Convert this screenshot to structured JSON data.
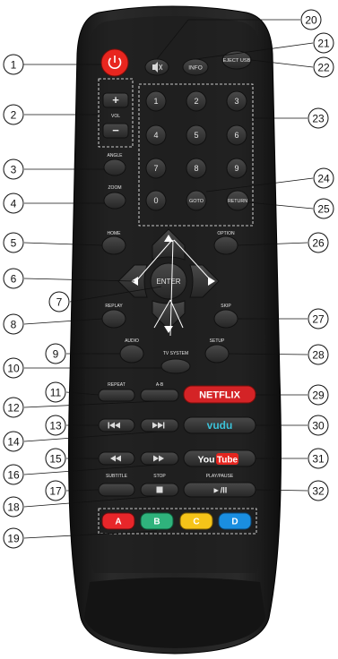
{
  "callouts": [
    "1",
    "2",
    "3",
    "4",
    "5",
    "6",
    "7",
    "8",
    "9",
    "10",
    "11",
    "12",
    "13",
    "14",
    "15",
    "16",
    "17",
    "18",
    "19",
    "20",
    "21",
    "22",
    "23",
    "24",
    "25",
    "26",
    "27",
    "28",
    "29",
    "30",
    "31",
    "32"
  ],
  "buttons": {
    "info": "INFO",
    "eject": "EJECT USB",
    "vol": "VOL",
    "vol_plus": "+",
    "vol_minus": "−",
    "angle": "ANGLE",
    "zoom": "ZOOM",
    "digits": [
      "1",
      "2",
      "3",
      "4",
      "5",
      "6",
      "7",
      "8",
      "9",
      "0"
    ],
    "goto": "GOTO",
    "return": "RETURN",
    "home": "HOME",
    "option": "OPTION",
    "enter": "ENTER",
    "replay": "REPLAY",
    "skip": "SKIP",
    "audio": "AUDIO",
    "setup": "SETUP",
    "tv_system": "TV SYSTEM",
    "repeat": "REPEAT",
    "ab": "A-B",
    "netflix": "NETFLIX",
    "vudu": "vudu",
    "youtube_you": "You",
    "youtube_tube": "Tube",
    "subtitle": "SUBTITLE",
    "stop": "STOP",
    "play_pause": "PLAY/PAUSE",
    "play_pause_glyph": "►/II",
    "color_a": "A",
    "color_b": "B",
    "color_c": "C",
    "color_d": "D"
  },
  "colors": {
    "remote_body": "#1e1e1e",
    "button": "#3a3a3a",
    "power": "#e8261f",
    "netflix": "#d42326",
    "netflix_text": "#ffffff",
    "vudu": "#3cc2d8",
    "youtube_red": "#e4251f",
    "color_a": "#e8262a",
    "color_b": "#2fb37c",
    "color_c": "#f5c419",
    "color_d": "#1a8ee0"
  }
}
